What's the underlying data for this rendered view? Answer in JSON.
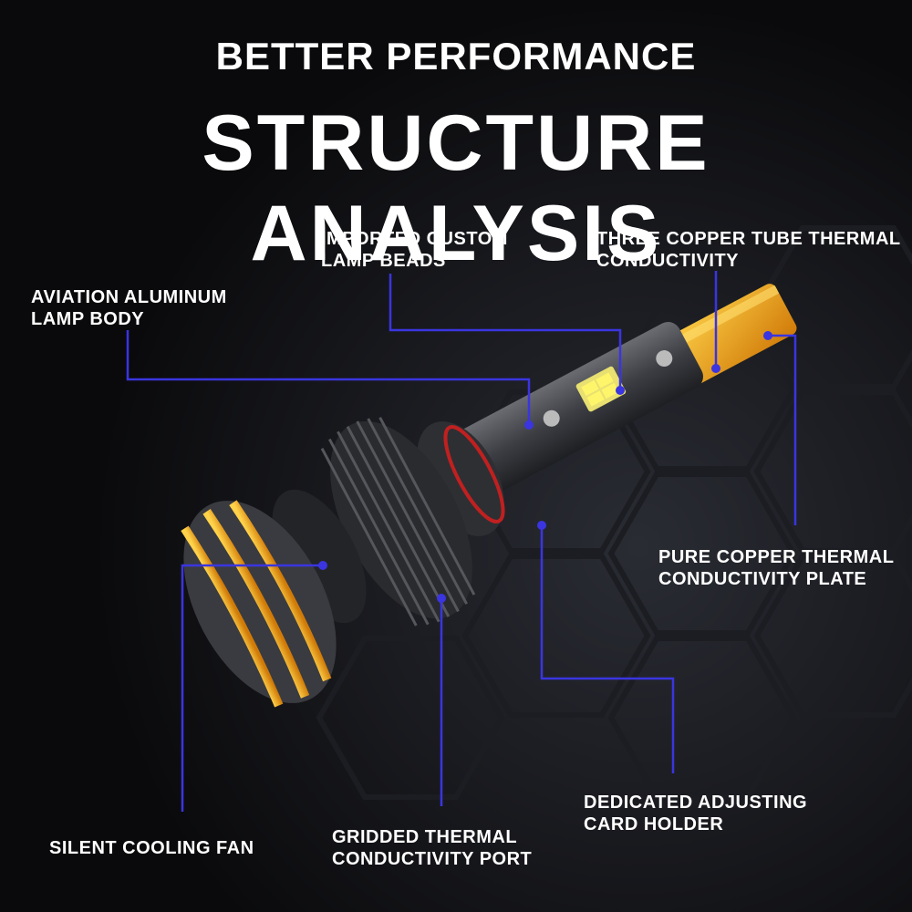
{
  "header": {
    "subtitle": "BETTER PERFORMANCE",
    "title": "STRUCTURE ANALYSIS"
  },
  "labels": {
    "imported_beads": [
      "IMPORTED CUSTOM",
      "LAMP BEADS"
    ],
    "copper_tube": [
      "THREE COPPER TUBE THERMAL",
      "CONDUCTIVITY"
    ],
    "aluminum_body": [
      "AVIATION ALUMINUM",
      "LAMP BODY"
    ],
    "copper_plate": [
      "PURE COPPER THERMAL",
      "CONDUCTIVITY PLATE"
    ],
    "card_holder": [
      "DEDICATED ADJUSTING",
      "CARD HOLDER"
    ],
    "cooling_fan": [
      "SILENT COOLING FAN"
    ],
    "thermal_port": [
      "GRIDDED THERMAL",
      "CONDUCTIVITY PORT"
    ]
  },
  "colors": {
    "background": "#0c0c0e",
    "callout_line": "#3a35e0",
    "copper": "#f0a010",
    "body_gray": "#4a4c50"
  }
}
